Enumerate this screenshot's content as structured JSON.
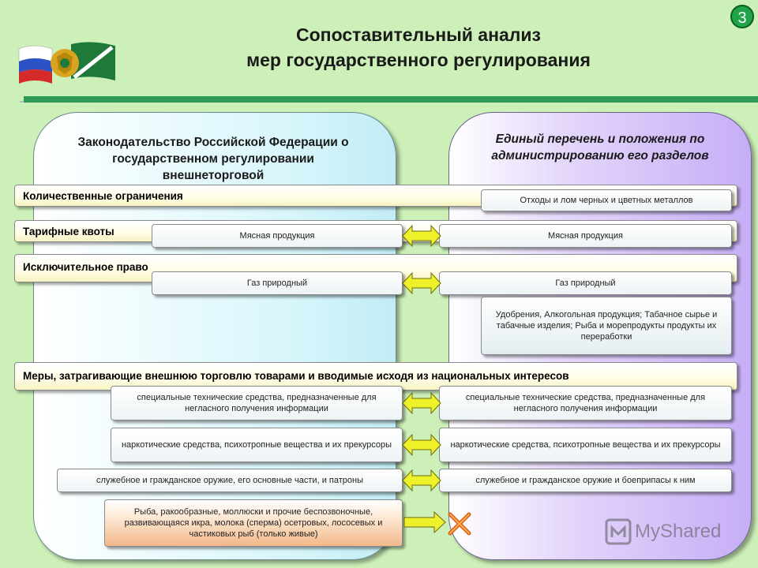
{
  "title": {
    "line1": "Сопоставительный анализ",
    "line2": "мер государственного регулирования"
  },
  "page_number": "3",
  "left_panel": {
    "heading": "Законодательство Российской Федерации о государственном регулировании внешнеторговой"
  },
  "right_panel": {
    "heading": "Единый перечень и положения по администрированию его разделов"
  },
  "bars": {
    "quant": "Количественные ограничения",
    "tariff": "Тарифные квоты",
    "exclusive": "Исключительное право",
    "measures": "Меры, затрагивающие внешнюю торговлю товарами и вводимые исходя из национальных интересов"
  },
  "boxes": {
    "waste": "Отходы и лом черных и цветных металлов",
    "meat_left": "Мясная продукция",
    "meat_right": "Мясная продукция",
    "gas_left": "Газ природный",
    "gas_right": "Газ природный",
    "fertilizers": "Удобрения, Алкогольная продукция; Табачное сырье и табачные изделия; Рыба и морепродукты продукты их переработки",
    "tech_left": "специальные технические средства, предназначенные для негласного получения информации",
    "tech_right": "специальные технические средства, предназначенные для негласного получения информации",
    "narc_left": "наркотические средства, психотропные вещества и их прекурсоры",
    "narc_right": "наркотические средства, психотропные вещества и их прекурсоры",
    "weapon_left": "служебное и гражданское оружие, его основные части, и патроны",
    "weapon_right": "служебное и гражданское оружие и боеприпасы к ним",
    "fish": "Рыба, ракообразные, моллюски и прочие беспозвоночные, развивающаяся икра, молока (сперма) осетровых, лососевых и частиковых рыб (только живые)"
  },
  "watermark": "MyShared",
  "colors": {
    "background": "#ccf0b8",
    "divider": "#2f9a55",
    "arrow": "#eef02a",
    "badge": "#21a448",
    "cross": "#e05a1a"
  }
}
